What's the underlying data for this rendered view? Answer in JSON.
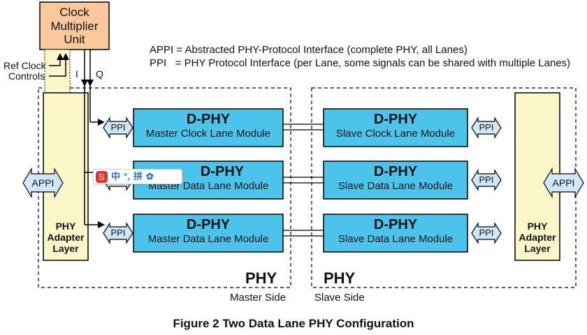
{
  "clock_unit": {
    "line1": "Clock",
    "line2": "Multiplier",
    "line3": "Unit"
  },
  "ref_clock": {
    "line1": "Ref Clock",
    "line2": "Controls"
  },
  "clock_signals": {
    "i": "I",
    "q": "Q"
  },
  "legend": {
    "appi": "APPI = Abstracted PHY-Protocol Interface (complete PHY, all Lanes)",
    "ppi": "PPI   = PHY Protocol Interface (per Lane, some signals can be shared with multiple Lanes)"
  },
  "modules": {
    "master": [
      {
        "title": "D-PHY",
        "subtitle": "Master Clock Lane Module"
      },
      {
        "title": "D-PHY",
        "subtitle": "Master Data Lane Module"
      },
      {
        "title": "D-PHY",
        "subtitle": "Master Data Lane Module"
      }
    ],
    "slave": [
      {
        "title": "D-PHY",
        "subtitle": "Slave Clock Lane Module"
      },
      {
        "title": "D-PHY",
        "subtitle": "Slave Data Lane Module"
      },
      {
        "title": "D-PHY",
        "subtitle": "Slave Data Lane Module"
      }
    ]
  },
  "ppi_label": "PPI",
  "appi_label": "APPI",
  "adapter": {
    "line1": "PHY",
    "line2": "Adapter",
    "line3": "Layer"
  },
  "phy_label": "PHY",
  "master_side": "Master Side",
  "slave_side": "Slave Side",
  "caption": "Figure 2 Two Data Lane PHY Configuration",
  "ime_bar": {
    "c1": "中",
    "c2": "°,",
    "c3": "拼"
  },
  "colors": {
    "module_fill": "#4cc3ea",
    "adapter_fill": "#fbf7c9",
    "clock_fill": "#fbc89c",
    "ppi_fill": "#cfe8f7"
  }
}
